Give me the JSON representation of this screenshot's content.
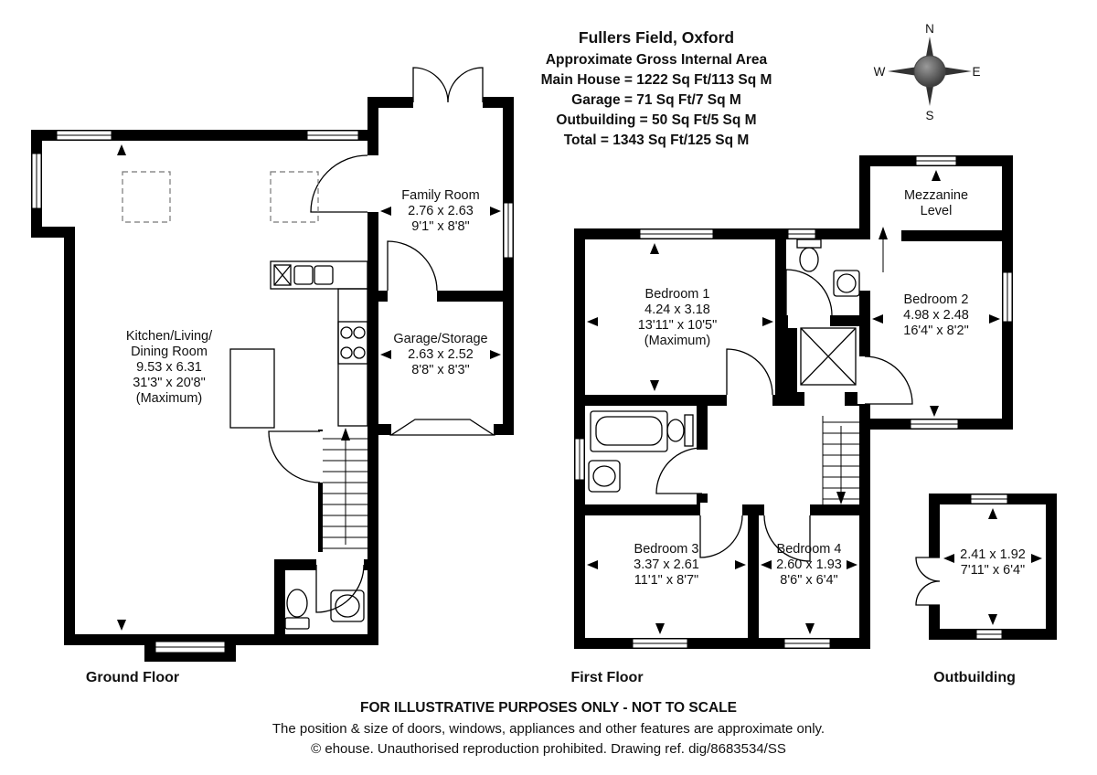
{
  "header": {
    "title": "Fullers Field, Oxford",
    "subtitle": "Approximate Gross Internal Area",
    "main_house": "Main House = 1222 Sq Ft/113 Sq M",
    "garage": "Garage = 71 Sq Ft/7 Sq M",
    "outbuilding": "Outbuilding = 50 Sq Ft/5 Sq M",
    "total": "Total = 1343 Sq Ft/125 Sq M"
  },
  "compass": {
    "n": "N",
    "e": "E",
    "s": "S",
    "w": "W"
  },
  "floors": {
    "ground": {
      "label": "Ground Floor",
      "rooms": {
        "kitchen": {
          "name1": "Kitchen/Living/",
          "name2": "Dining Room",
          "metric": "9.53 x 6.31",
          "imperial": "31'3\" x 20'8\"",
          "note": "(Maximum)"
        },
        "family": {
          "name": "Family Room",
          "metric": "2.76 x 2.63",
          "imperial": "9'1\" x 8'8\""
        },
        "garage": {
          "name": "Garage/Storage",
          "metric": "2.63 x 2.52",
          "imperial": "8'8\" x 8'3\""
        }
      }
    },
    "first": {
      "label": "First Floor",
      "rooms": {
        "bedroom1": {
          "name": "Bedroom 1",
          "metric": "4.24 x 3.18",
          "imperial": "13'11\" x 10'5\"",
          "note": "(Maximum)"
        },
        "bedroom2": {
          "name": "Bedroom 2",
          "metric": "4.98 x 2.48",
          "imperial": "16'4\" x 8'2\""
        },
        "mezzanine": {
          "name1": "Mezzanine",
          "name2": "Level"
        },
        "bedroom3": {
          "name": "Bedroom 3",
          "metric": "3.37 x 2.61",
          "imperial": "11'1\" x 8'7\""
        },
        "bedroom4": {
          "name": "Bedroom 4",
          "metric": "2.60 x 1.93",
          "imperial": "8'6\" x 6'4\""
        }
      }
    },
    "outbuilding": {
      "label": "Outbuilding",
      "room": {
        "metric": "2.41 x 1.92",
        "imperial": "7'11\" x 6'4\""
      }
    }
  },
  "footer": {
    "disclaimer": "FOR ILLUSTRATIVE PURPOSES ONLY - NOT TO SCALE",
    "note": "The position & size of doors, windows, appliances and other features are approximate only.",
    "copyright": "© ehouse. Unauthorised reproduction prohibited. Drawing ref. dig/8683534/SS"
  }
}
